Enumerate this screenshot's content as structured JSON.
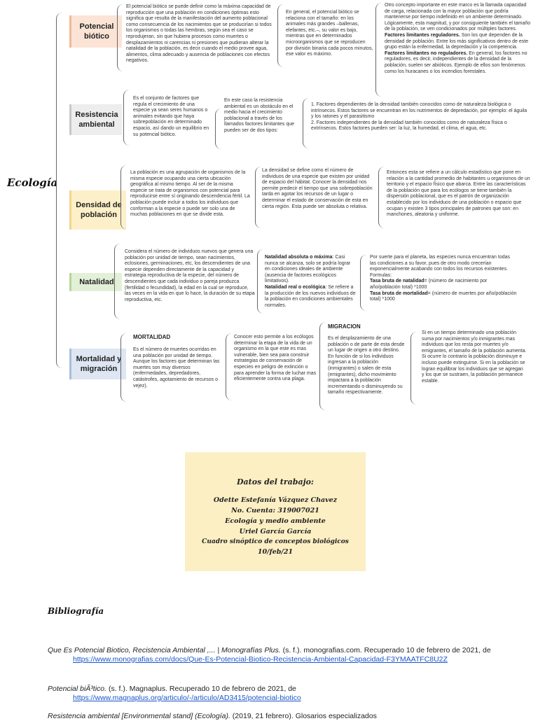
{
  "main_title": "Ecología",
  "rows": {
    "potencial": {
      "label": "Potencial biótico",
      "color": "#fbe4d6",
      "t1": "El potencial biótico se puede definir como la máxima capacidad de reproducción que una población en condiciones óptimas esto significa que resulta de la manifestación del aumento poblacional como consecuencia de los nacimientos que se producirían si todos los organismos o todas las hembras, según sea el caso se reprodujeran, sin que hubiera procesos como muertes o desplazamientos ni carencias ni presiones que pudieran alterar la natalidad de la población, es decir cuando el medio provee agua, alimentos, clima adecuado y ausencia de poblaciones con efectos negativos.",
      "t2": "En general, el potencial biótico se relaciona con el tamaño: en los animales más grandes –ballenas, elefantes, etc.–, su valor es bajo, mientras que en determinados microorganismos que se reproducen por división binaria cada pocos minutos, ese valor es máximo.",
      "t3a": "Otro concepto importante en este marco es la llamada capacidad de carga, relacionada con la mayor población que podría mantenerse por tiempo indefinido en un ambiente determinado. Lógicamente, esta magnitud, y por consiguiente también el tamaño de la población, se ven condicionados por múltiples factores.",
      "t3b_bold": "Factores limitantes reguladores.",
      "t3b": " Son los que dependen de la densidad de población. Entre los más significativos dentro de este grupo están la enfermedad, la depredación y la competencia.",
      "t3c_bold": "Factores limitantes no reguladores.",
      "t3c": " En general, los factores no reguladores, es decir, independientes de la densidad de la población, suelen ser abióticos. Ejemplo de ellos son fenómenos como los huracanes o los incendios forestales."
    },
    "resistencia": {
      "label": "Resistencia ambiental",
      "color": "#ededed",
      "t1": "Es el conjunto de factores que regula el crecimiento de una especie ya sean seres humanos o animales evitando que haya sobrepoblación en determinado espacio, así dando un equilibrio en su potencial biótico.",
      "t2": "En este caso la resistencia ambiental es un obstáculo en el medio hacia el crecimiento poblacional a través de los llamados factores limitantes que pueden ser de dos tipos:",
      "t3": "1. Factores dependientes de la densidad también conocidos como de naturaleza biológica o intrínsecos. Estos factores se encuentran en los nutrimentos de depredación, por ejemplo: el águila y los ratones y el parasitismo\n2. Factores independientes de la densidad también conocidos como de naturaleza física o extrínsecos. Estos factores pueden ser: la luz, la humedad, el clima, el agua, etc."
    },
    "densidad": {
      "label": "Densidad de población",
      "color": "#fdf0c8",
      "t1": "La población es una agrupación de organismos de la misma especie ocupando una cierta ubicación geográfica al mismo tiempo. Al ser de la misma especie se trata de organismos con potencial para reproducirse entre sí originando descendencia fértil. La población puede incluir a todos los individuos que conforman a la especie o puede ser solo una de muchas poblaciones en que se divide esta.",
      "t2": "La densidad se define como el número de individuos de una especie que existen por unidad de espacio del hábitat. Conocer la densidad nos permite predecir el tiempo que una sobrepoblación tarda en agotar los recursos de un lugar o determinar el estado de conservación de esta en cierta región. Esta puede ser absoluta o relativa.",
      "t3": "Entonces esta se refiere a un cálculo estadístico que pone en relación a la cantidad promedio de habitantes u organismos de un territorio y el espacio físico que abarca. Entre las características de la población que para los ecólogos se tiene también la dispersión poblacional, que es el patrón de organización establecido por los individuos de una población o espacio que ocupan y existen 3 tipos principales de patrones que son: en manchones, aleatoria y uniforme."
    },
    "natalidad": {
      "label": "Natalidad",
      "color": "#e3f0d8",
      "t1": "Considera el número de individuos nuevos que genera una población por unidad de tiempo, sean nacimientos, eclosiones, germinaciones, etc, los descendientes de una especie dependen directamente de la capacidad y estrategia reproductiva de la especie, del número de descendientes que cada individuo o pareja produzca (fertilidad o fecundidad), la edad en la cual se reproduce, las veces en la vida en que lo hace, la duración de su etapa reproductiva, etc.",
      "t2a_bold": "Natalidad absoluta o máxima",
      "t2a": ": Casi nunca se alcanza, solo se podría lograr en condiciones ideales de ambiente (ausencia de factores ecológicos limitativos).",
      "t2b_bold": "Natalidad real o ecológica",
      "t2b": ": Se refiere a la producción de los nuevos individuos de la población en condiciones ambientales normales.",
      "t3a": "Por suerte para el planeta, las especies nunca encuentran todas las condiciones a su favor, pues de otro modo crecerían exponencialmente acabando con todos los recursos existentes.",
      "t3b": "Formulas:",
      "t3c_bold": "Tasa bruta de natalidad",
      "t3c": "= (número de nacimiento por año/población total) *1000",
      "t3d_bold": "Tasa bruta de mortalidad",
      "t3d": "= (número de muertes por año/población total) *1000"
    },
    "mortalidad": {
      "label": "Mortalidad y migración",
      "color": "#dde6f2",
      "h1": "MORTALIDAD",
      "t1": "Es el número de muertes ocurridas en una población por unidad de tiempo. Aunque los factores que determinan las muertes son muy diversos (enfermedades, depredadores, catástrofes, agotamiento de recursos o vejez).",
      "t2": "Conocer esto permite a los ecólogos determinar la etapa de la vida de un organismo en la que este es mas vulnerable, bien sea para construir estrategias de conservación de especies en peligro de extinción o para aprender la forma de luchar mas eficientemente contra una plaga.",
      "h3": "MIGRACION",
      "t3": "Es el desplazamiento de una población o de parte de esta desde un lugar de origen a otro destino. En función de si los individuos ingresan a la población (inmigrantes) o salen de esta (emigrantes), dicho movimiento impactara a la población incrementando o disminuyendo su tamaño respectivamente.",
      "t4": "Si en un tiempo determinado una población suma por nacimientos y/o inmigrantes mas individuos que los resta por muertes y/o emigrantes, el tamaño de la población aumenta. Si ocurre lo contrario la población disminuye e incluso puede extinguirse. Si en la población se logran equilibrar los individuos que se agregan y los que se sustraen, la población permanece estable."
    }
  },
  "datos": {
    "heading": "Datos del trabajo:",
    "line1": "Odette Estefanía Vázquez Chavez",
    "line2": "No. Cuenta: 319007021",
    "line3": "Ecología y medio ambiente",
    "line4": "Uriel García García",
    "line5": "Cuadro sinóptico de conceptos biológicos",
    "line6": "10/feb/21"
  },
  "bibliografia": {
    "heading": "Bibliografía",
    "entries": [
      {
        "title": "Que Es Potencial Biotico, Recistencia Ambiental ,... | Monografías Plus.",
        "rest": " (s. f.). monografias.com. Recuperado 10 de febrero de 2021, de ",
        "url": "https://www.monografias.com/docs/Que-Es-Potencial-Biotico-Recistencia-Ambiental-Capacidad-F3YMAATFC8U2Z"
      },
      {
        "title": "Potencial biÃ³tico.",
        "rest": " (s. f.). Magnaplus. Recuperado 10 de febrero de 2021, de ",
        "url": "https://www.magnaplus.org/articulo/-/articulo/AD3415/potencial-biotico"
      },
      {
        "title": "Resistencia ambiental [Environmental stand] (Ecología).",
        "rest": " (2019, 21 febrero). Glosarios especializados"
      }
    ]
  }
}
